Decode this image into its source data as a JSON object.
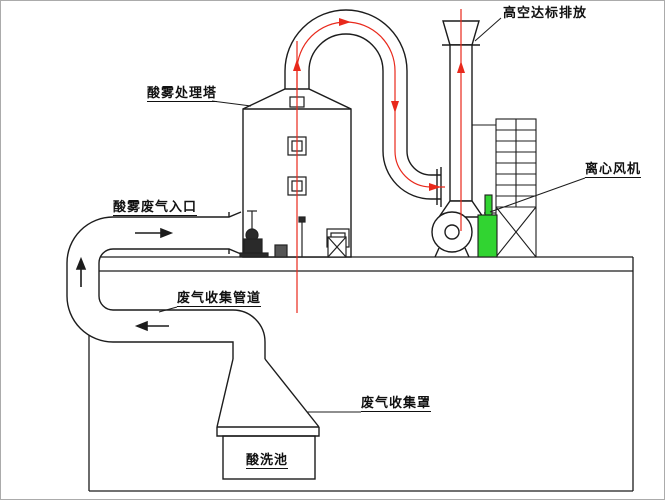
{
  "figure": {
    "labels": {
      "exhaust_outlet": "高空达标排放",
      "treatment_tower": "酸雾处理塔",
      "waste_gas_inlet": "酸雾废气入口",
      "centrifugal_fan": "离心风机",
      "collection_pipe": "废气收集管道",
      "collection_hood": "废气收集罩",
      "acid_pool": "酸洗池"
    },
    "colors": {
      "line": "#1c1c1c",
      "centerline_red": "#e8291c",
      "equipment_green": "#31d431",
      "background": "#ffffff",
      "border": "#ababab"
    }
  }
}
